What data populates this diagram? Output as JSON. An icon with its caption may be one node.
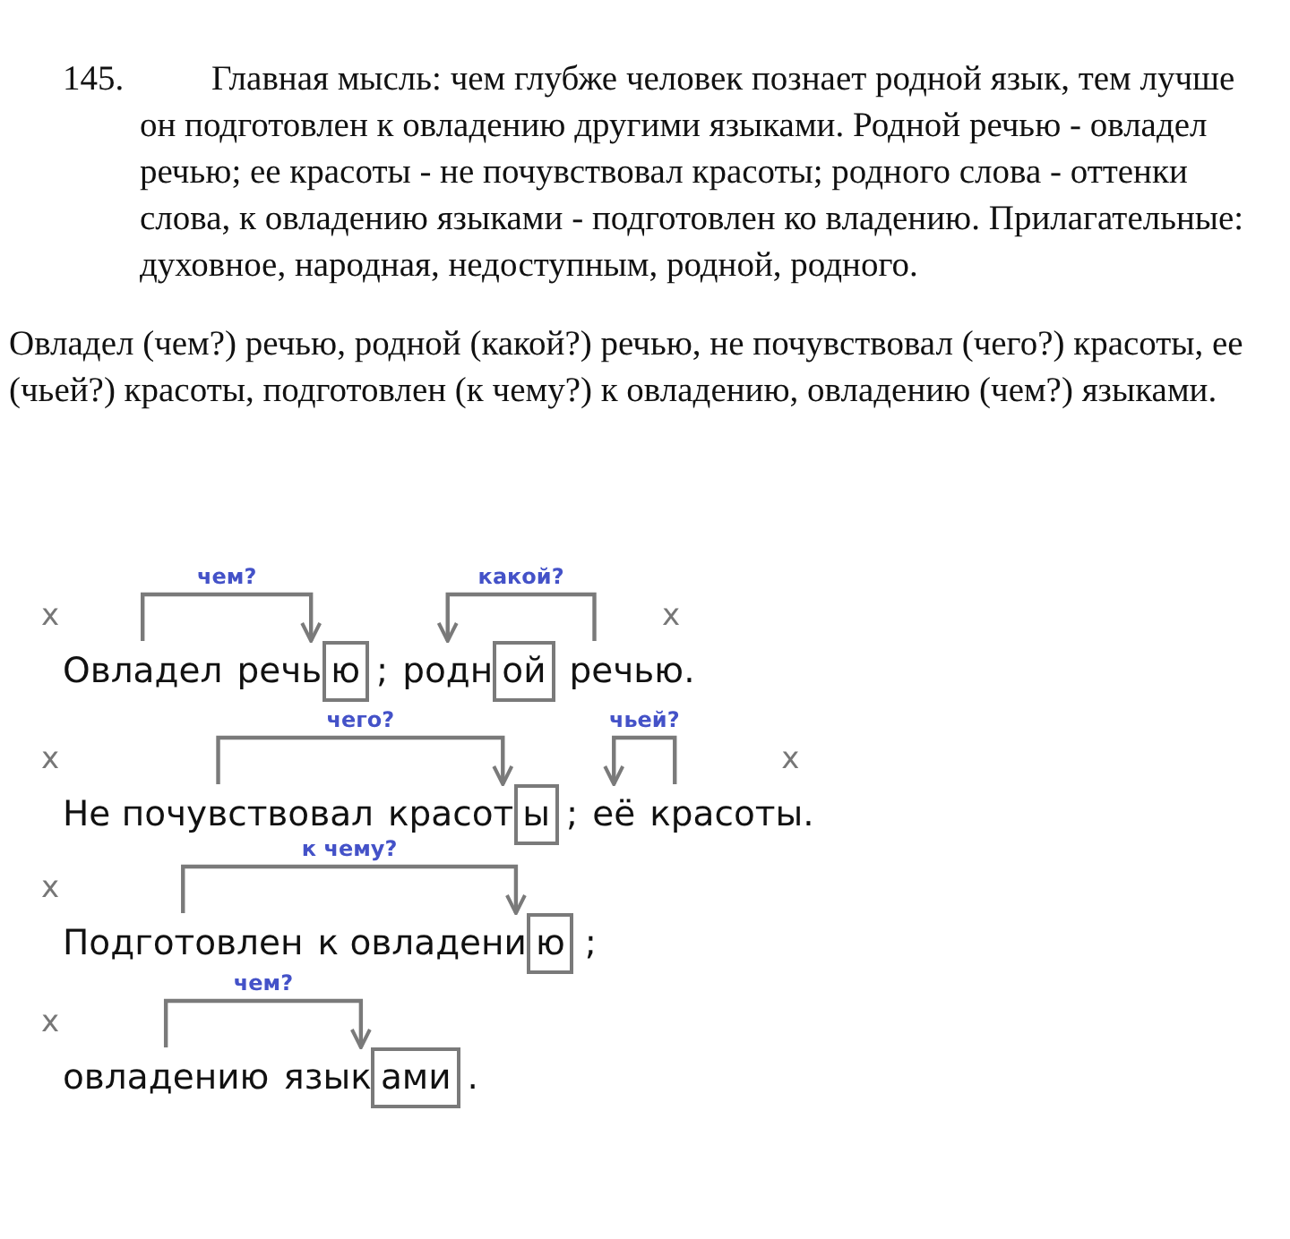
{
  "diagram": {
    "nodes": [
      {
        "text": [
          "Овладел"
        ],
        "beside": [
          "х"
        ]
      },
      {
        "text": [
          "речь"
        ]
      },
      {
        "text": [
          "ю"
        ]
      },
      {
        "text": [
          "родн"
        ]
      },
      {
        "text": [
          "ой"
        ]
      },
      {
        "text": [
          "речью"
        ],
        "beside": [
          "х"
        ]
      },
      {
        "text": [
          "Не почувствовал"
        ],
        "beside": [
          "х"
        ]
      },
      {
        "text": [
          "красот"
        ]
      },
      {
        "text": [
          "ы"
        ]
      },
      {
        "text": [
          "её"
        ]
      },
      {
        "text": [
          "красоты"
        ],
        "beside": [
          "х"
        ]
      },
      {
        "text": [
          "Подготовлен"
        ],
        "beside": [
          "х"
        ]
      },
      {
        "text": [
          "к овладени"
        ]
      },
      {
        "text": [
          "ю"
        ]
      },
      {
        "text": [
          "овладению"
        ],
        "beside": [
          "х"
        ]
      },
      {
        "text": [
          "язык"
        ]
      },
      {
        "text": [
          "ами"
        ]
      }
    ],
    "edges": [
      {
        "from": 0,
        "to": 1,
        "arrow": "to",
        "label": "чем?"
      },
      {
        "from": 5,
        "to": 3,
        "arrow": "to",
        "label": "какой?"
      },
      {
        "from": 6,
        "to": 7,
        "arrow": "to",
        "label": "чего?"
      },
      {
        "from": 10,
        "to": 9,
        "arrow": "to",
        "label": "чьей?"
      },
      {
        "from": 11,
        "to": 12,
        "arrow": "to",
        "label": "к чему?"
      },
      {
        "from": 14,
        "to": 15,
        "arrow": "to",
        "label": "чем?"
      }
    ],
    "labels": [
      "145.",
      "Главная мысль: чем глубже человек познает родной язык, тем лучше он подготовлен к овладению другими языками. Родной речью - овладел речью; ее красоты - не почувствовал красоты; родного слова - оттенки слова, к овладению языками - подготовлен ко владению. Прилагательные: духовное, народная, недоступным, родной, родного.",
      "Овладел (чем?) речью, родной (какой?) речью, не почувствовал (чего?) красоты, ее (чьей?) красоты, подготовлен (к чему?) к овладению, овладению (чем?) языками.",
      ";",
      ".",
      ";",
      ".",
      ";",
      "."
    ]
  }
}
